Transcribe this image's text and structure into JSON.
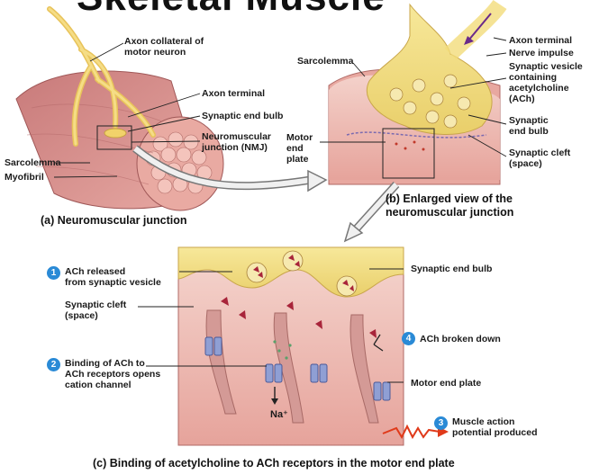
{
  "title": "Skeletal Muscle",
  "panel_a": {
    "caption": "(a) Neuromuscular junction",
    "labels": {
      "axon_collateral": "Axon collateral of\nmotor neuron",
      "axon_terminal": "Axon terminal",
      "synaptic_end_bulb": "Synaptic end bulb",
      "nmj": "Neuromuscular\njunction (NMJ)",
      "sarcolemma": "Sarcolemma",
      "myofibril": "Myofibril"
    }
  },
  "panel_b": {
    "caption": "(b) Enlarged view of the\nneuromuscular junction",
    "labels": {
      "sarcolemma": "Sarcolemma",
      "axon_terminal": "Axon terminal",
      "nerve_impulse": "Nerve impulse",
      "synaptic_vesicle": "Synaptic vesicle\ncontaining\nacetylcholine\n(ACh)",
      "synaptic_end_bulb": "Synaptic\nend bulb",
      "synaptic_cleft": "Synaptic cleft\n(space)",
      "motor_end_plate": "Motor\nend\nplate"
    }
  },
  "panel_c": {
    "caption": "(c) Binding of acetylcholine to ACh receptors in the motor end plate",
    "labels": {
      "synaptic_end_bulb": "Synaptic end bulb",
      "synaptic_cleft": "Synaptic cleft\n(space)",
      "motor_end_plate": "Motor end plate",
      "sodium": "Na⁺"
    },
    "steps": [
      {
        "number": "1",
        "text": "ACh released\nfrom synaptic vesicle"
      },
      {
        "number": "2",
        "text": "Binding of ACh to\nACh receptors opens\ncation channel"
      },
      {
        "number": "3",
        "text": "Muscle action\npotential produced"
      },
      {
        "number": "4",
        "text": "ACh broken down"
      }
    ]
  },
  "colors": {
    "muscle": "#d98a8a",
    "nerve": "#f2dc7a",
    "step_badge": "#2a8ad6",
    "action_potential": "#e03a1a"
  }
}
